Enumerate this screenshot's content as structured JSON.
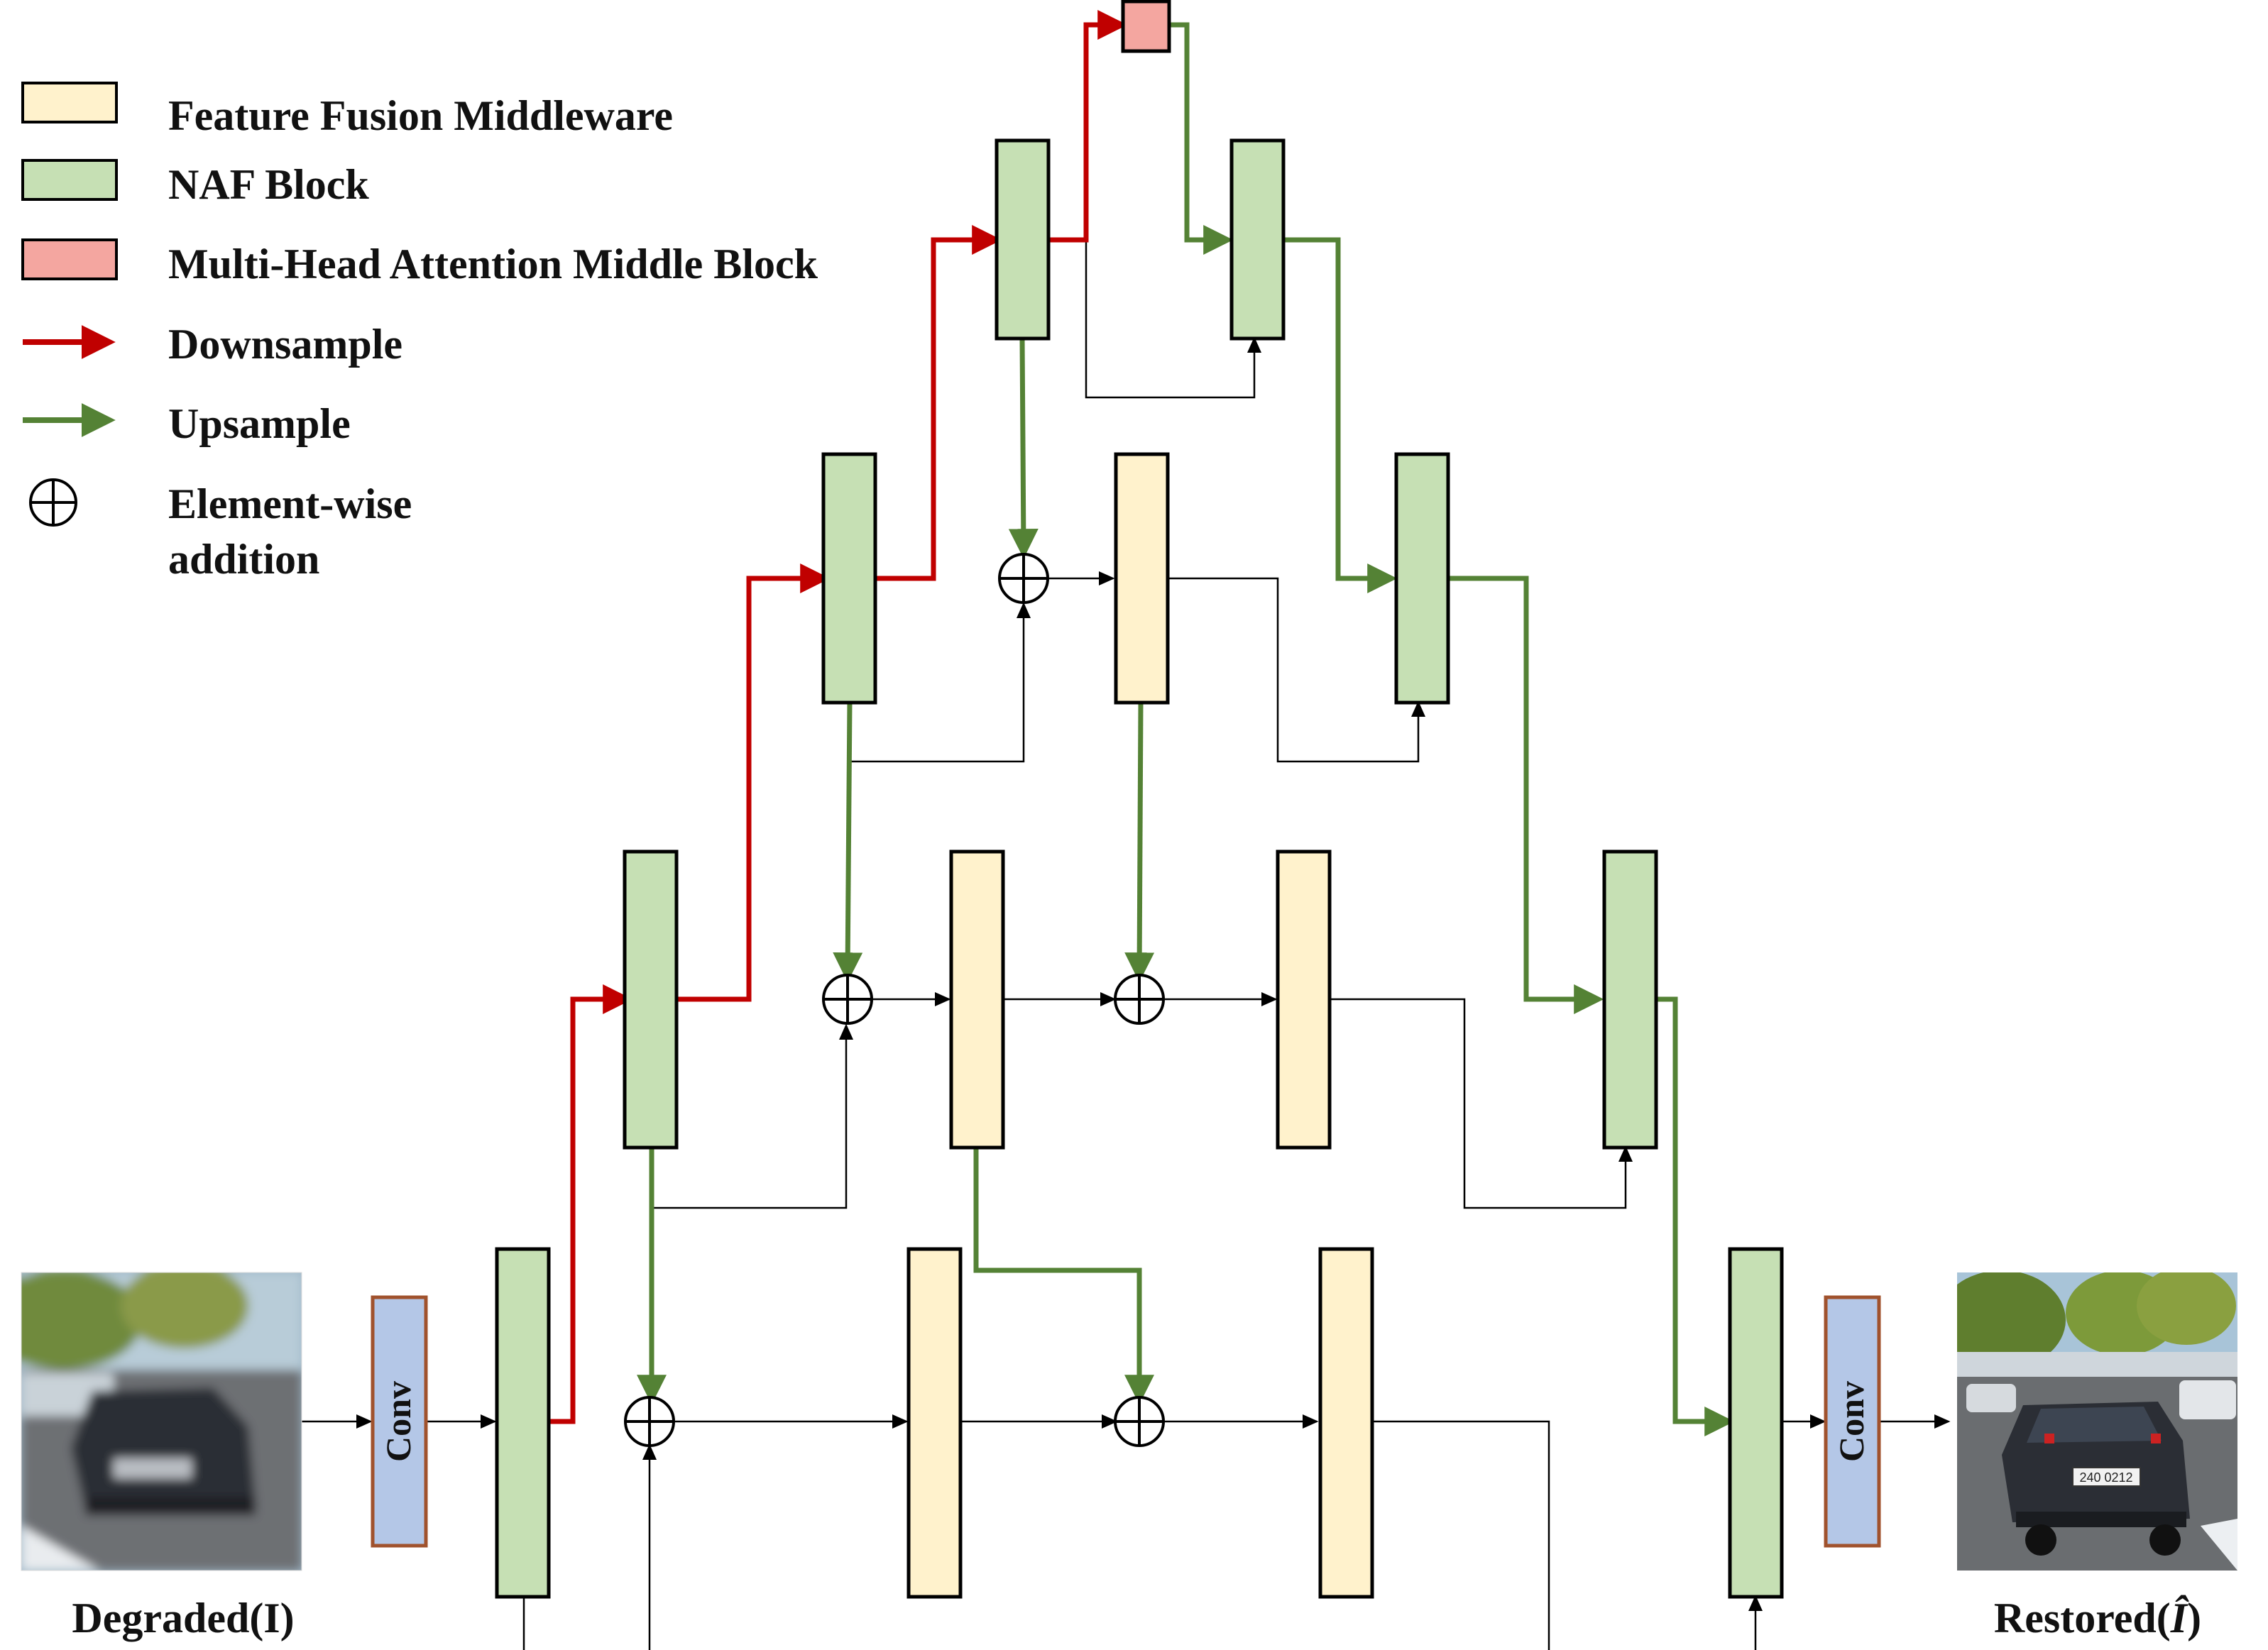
{
  "legend": {
    "ffm": "Feature Fusion Middleware",
    "naf": "NAF Block",
    "mha": "Multi-Head Attention Middle Block",
    "down": "Downsample",
    "up": "Upsample",
    "add_line1": "Element-wise",
    "add_line2": "addition"
  },
  "conv_label": "Conv",
  "input_caption": "Degraded(I)",
  "output_caption_prefix": "Restored(",
  "output_caption_symbol": "Î",
  "output_caption_suffix": ")",
  "output_plate": "240 0212",
  "colors": {
    "naf": "#c6e0b4",
    "ffm": "#fff2cc",
    "mha": "#f4a6a0",
    "conv": "#b4c7e7",
    "conv_border": "#a0522d",
    "down": "#c00000",
    "up": "#548235",
    "line": "#000000"
  }
}
